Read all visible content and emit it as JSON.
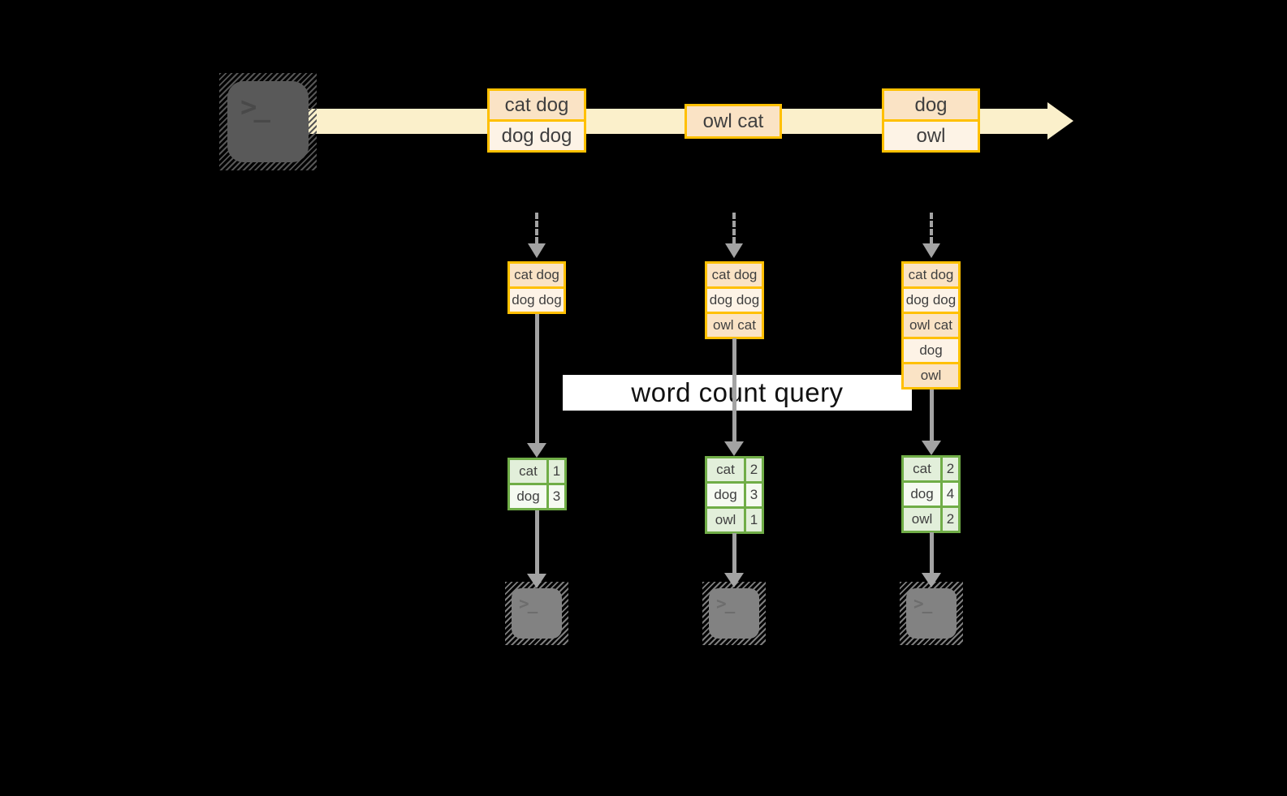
{
  "query_label": "word count query",
  "terminal": {
    "prompt": ">_"
  },
  "stream": {
    "batches": [
      {
        "items": [
          "cat dog",
          "dog dog"
        ]
      },
      {
        "items": [
          "owl cat"
        ]
      },
      {
        "items": [
          "dog",
          "owl"
        ]
      }
    ]
  },
  "columns": [
    {
      "input": [
        "cat dog",
        "dog dog"
      ],
      "counts": [
        {
          "word": "cat",
          "count": "1"
        },
        {
          "word": "dog",
          "count": "3"
        }
      ]
    },
    {
      "input": [
        "cat dog",
        "dog dog",
        "owl cat"
      ],
      "counts": [
        {
          "word": "cat",
          "count": "2"
        },
        {
          "word": "dog",
          "count": "3"
        },
        {
          "word": "owl",
          "count": "1"
        }
      ]
    },
    {
      "input": [
        "cat dog",
        "dog dog",
        "owl cat",
        "dog",
        "owl"
      ],
      "counts": [
        {
          "word": "cat",
          "count": "2"
        },
        {
          "word": "dog",
          "count": "4"
        },
        {
          "word": "owl",
          "count": "2"
        }
      ]
    }
  ],
  "icons": {
    "source": "terminal-icon",
    "outputs": [
      "terminal-icon",
      "terminal-icon",
      "terminal-icon"
    ]
  },
  "colors": {
    "background": "#000000",
    "stream_band": "#fbf0cb",
    "box_border": "#ffc000",
    "box_fill_dark": "#fae3c5",
    "box_fill_light": "#fdf3e6",
    "table_border": "#70ad47",
    "table_fill_dark": "#e2efda",
    "table_fill_light": "#f5faf1",
    "arrow_gray": "#a3a3a3",
    "terminal_dark": "#595959",
    "terminal_light": "#828282",
    "text": "#3f3f3f",
    "query_background": "#ffffff",
    "query_text": "#111111"
  }
}
